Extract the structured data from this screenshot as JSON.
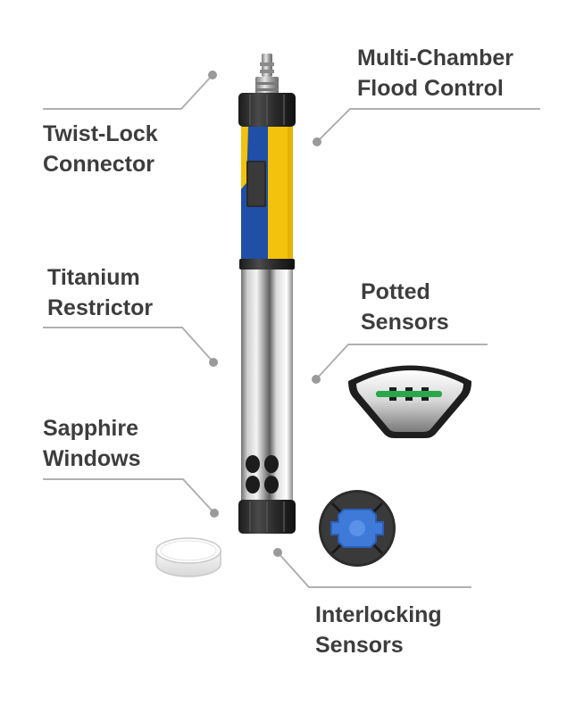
{
  "callouts": {
    "twist_lock": {
      "line1": "Twist-Lock",
      "line2": "Connector"
    },
    "flood_control": {
      "line1": "Multi-Chamber",
      "line2": "Flood Control"
    },
    "titanium": {
      "line1": "Titanium",
      "line2": "Restrictor"
    },
    "potted": {
      "line1": "Potted",
      "line2": "Sensors"
    },
    "sapphire": {
      "line1": "Sapphire",
      "line2": "Windows"
    },
    "interlocking": {
      "line1": "Interlocking",
      "line2": "Sensors"
    }
  },
  "colors": {
    "label_text": "#3d3d3d",
    "leader_line": "#b0b0b0",
    "leader_dot": "#9a9a9a",
    "housing_blue": "#1f4fa6",
    "housing_yellow": "#f2c20d",
    "end_cap": "#2b2b2b",
    "sensor_green": "#28a84a",
    "sensor_blue": "#3f7ad8"
  }
}
